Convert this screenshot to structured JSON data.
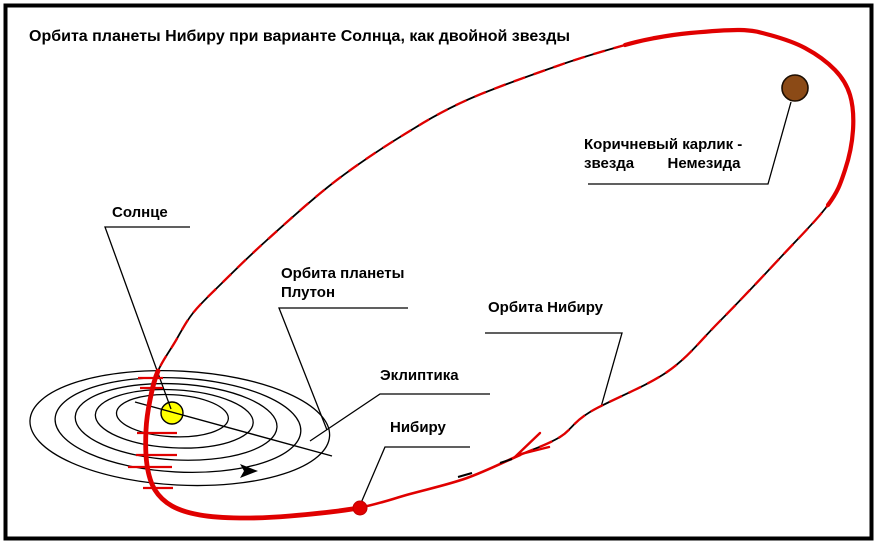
{
  "diagram": {
    "title": "Орбита планеты Нибиру при варианте Солнца, как двойной звезды",
    "labels": {
      "sun": "Солнце",
      "pluto_orbit": "Орбита планеты\nПлутон",
      "ecliptic": "Эклиптика",
      "nibiru": "Нибиру",
      "nibiru_orbit": "Орбита Нибиру",
      "brown_dwarf": "Коричневый карлик -\nзвезда        Немезида"
    },
    "colors": {
      "orbit_red": "#e00000",
      "sun_yellow": "#ffff00",
      "dwarf_brown": "#8b4a16",
      "line_black": "#000000"
    }
  }
}
